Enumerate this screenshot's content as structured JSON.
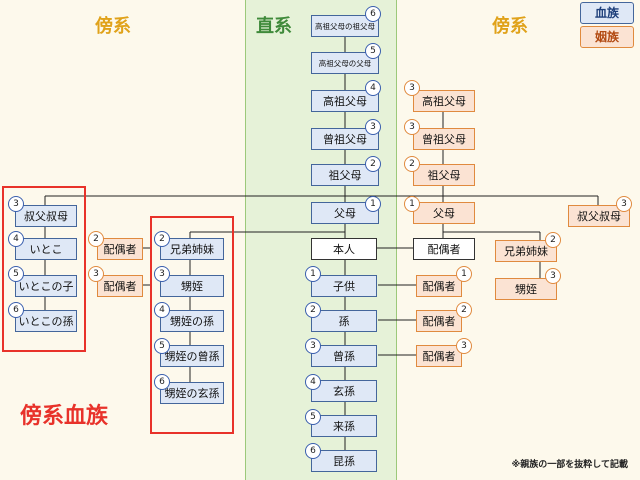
{
  "headers": {
    "left": "傍系",
    "center": "直系",
    "right": "傍系"
  },
  "legend": {
    "blood": "血族",
    "inlaw": "姻族"
  },
  "big_label": "傍系血族",
  "note": "※親族の一部を抜粋して記載",
  "colors": {
    "blood_fill": "#dfe8f6",
    "inlaw_fill": "#fbe3d3",
    "red": "#e8322a",
    "center_band": "#e6f2d8"
  },
  "nodes": {
    "c6": {
      "label": "高祖父母の祖父母",
      "deg": "6"
    },
    "c5": {
      "label": "高祖父母の父母",
      "deg": "5"
    },
    "c4": {
      "label": "高祖父母",
      "deg": "4"
    },
    "c3": {
      "label": "曾祖父母",
      "deg": "3"
    },
    "c2": {
      "label": "祖父母",
      "deg": "2"
    },
    "c1": {
      "label": "父母",
      "deg": "1"
    },
    "self": {
      "label": "本人"
    },
    "k1": {
      "label": "子供",
      "deg": "1"
    },
    "k2": {
      "label": "孫",
      "deg": "2"
    },
    "k3": {
      "label": "曾孫",
      "deg": "3"
    },
    "k4": {
      "label": "玄孫",
      "deg": "4"
    },
    "k5": {
      "label": "来孫",
      "deg": "5"
    },
    "k6": {
      "label": "昆孫",
      "deg": "6"
    },
    "l1": {
      "label": "叔父叔母",
      "deg": "3"
    },
    "l2": {
      "label": "いとこ",
      "deg": "4"
    },
    "l3": {
      "label": "いとこの子",
      "deg": "5"
    },
    "l4": {
      "label": "いとこの孫",
      "deg": "6"
    },
    "sp1": {
      "label": "配偶者",
      "deg": "2"
    },
    "sp2": {
      "label": "配偶者",
      "deg": "3"
    },
    "m1": {
      "label": "兄弟姉妹",
      "deg": "2"
    },
    "m2": {
      "label": "甥姪",
      "deg": "3"
    },
    "m3": {
      "label": "甥姪の孫",
      "deg": "4"
    },
    "m4": {
      "label": "甥姪の曾孫",
      "deg": "5"
    },
    "m5": {
      "label": "甥姪の玄孫",
      "deg": "6"
    },
    "r4": {
      "label": "高祖父母",
      "deg": "3"
    },
    "r3": {
      "label": "曾祖父母",
      "deg": "3"
    },
    "r2": {
      "label": "祖父母",
      "deg": "2"
    },
    "r1": {
      "label": "父母",
      "deg": "1"
    },
    "spouse": {
      "label": "配偶者"
    },
    "rs1": {
      "label": "配偶者",
      "deg": "1"
    },
    "rs2": {
      "label": "配偶者",
      "deg": "2"
    },
    "rs3": {
      "label": "配偶者",
      "deg": "3"
    },
    "ru": {
      "label": "叔父叔母",
      "deg": "3"
    },
    "rsib": {
      "label": "兄弟姉妹",
      "deg": "2"
    },
    "rneph": {
      "label": "甥姪",
      "deg": "3"
    }
  }
}
